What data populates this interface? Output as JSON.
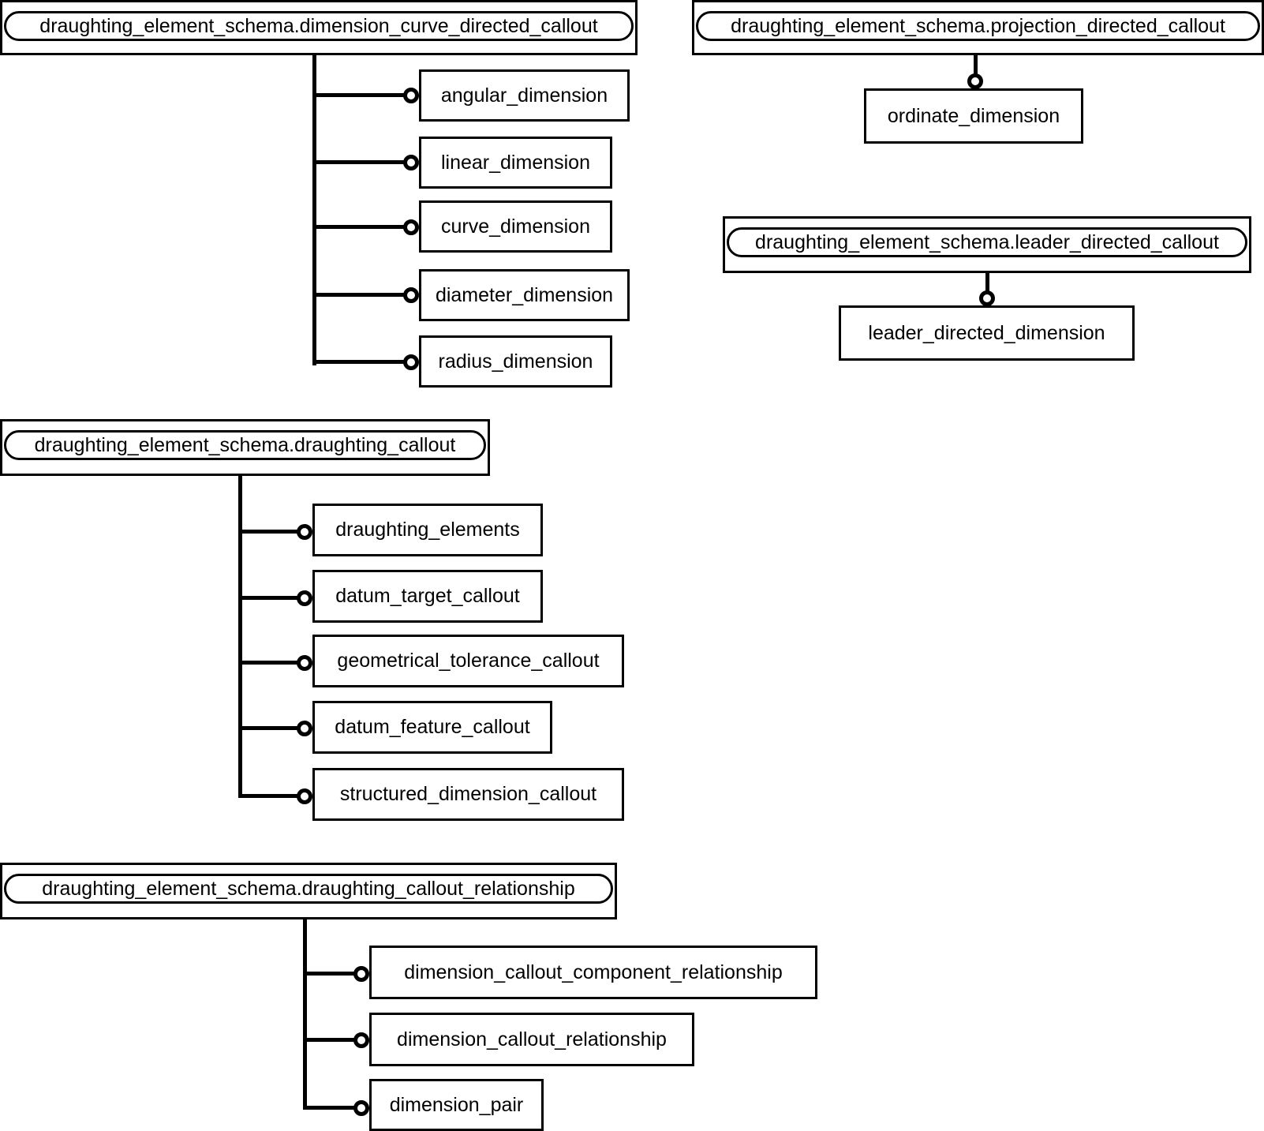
{
  "groups": [
    {
      "entity": "draughting_element_schema.dimension_curve_directed_callout",
      "subtypes": [
        "angular_dimension",
        "linear_dimension",
        "curve_dimension",
        "diameter_dimension",
        "radius_dimension"
      ]
    },
    {
      "entity": "draughting_element_schema.projection_directed_callout",
      "subtypes": [
        "ordinate_dimension"
      ]
    },
    {
      "entity": "draughting_element_schema.leader_directed_callout",
      "subtypes": [
        "leader_directed_dimension"
      ]
    },
    {
      "entity": "draughting_element_schema.draughting_callout",
      "subtypes": [
        "draughting_elements",
        "datum_target_callout",
        "geometrical_tolerance_callout",
        "datum_feature_callout",
        "structured_dimension_callout"
      ]
    },
    {
      "entity": "draughting_element_schema.draughting_callout_relationship",
      "subtypes": [
        "dimension_callout_component_relationship",
        "dimension_callout_relationship",
        "dimension_pair"
      ]
    }
  ]
}
